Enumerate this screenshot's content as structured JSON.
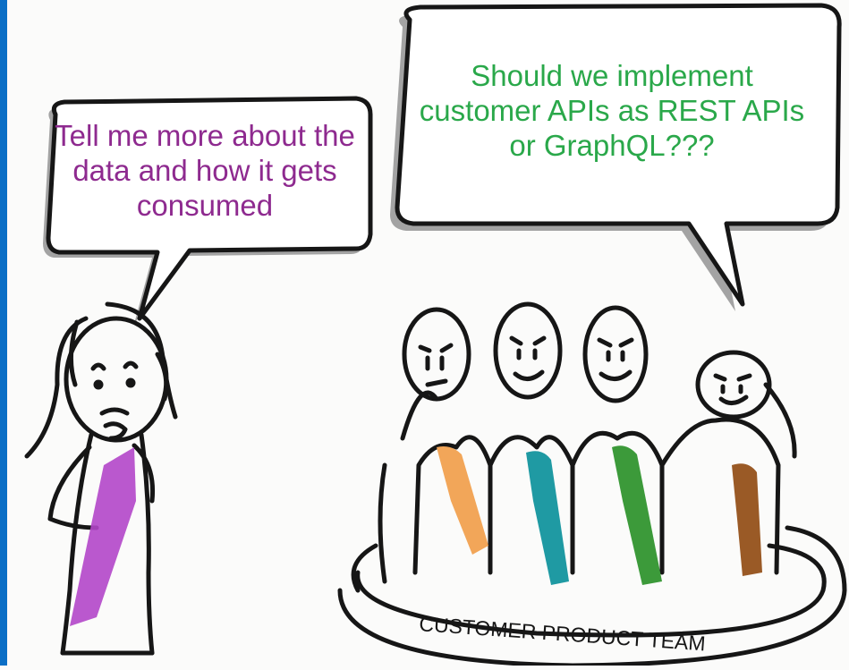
{
  "speech": {
    "left": "Tell me more about the data and how it gets consumed",
    "right": "Should we implement customer APIs as REST APIs or GraphQL???"
  },
  "team": {
    "label": "CUSTOMER PRODUCT TEAM"
  },
  "colors": {
    "left_text": "#8e2a8f",
    "right_text": "#2aa84a",
    "stroke": "#161616",
    "bubble_shadow": "#a3a3a3",
    "accent_bar": "#0b6fc6",
    "dress": "#b346c9",
    "member1": "#f2a659",
    "member2": "#1f9aa3",
    "member3": "#3c9a3a",
    "member4": "#9a5a26"
  }
}
